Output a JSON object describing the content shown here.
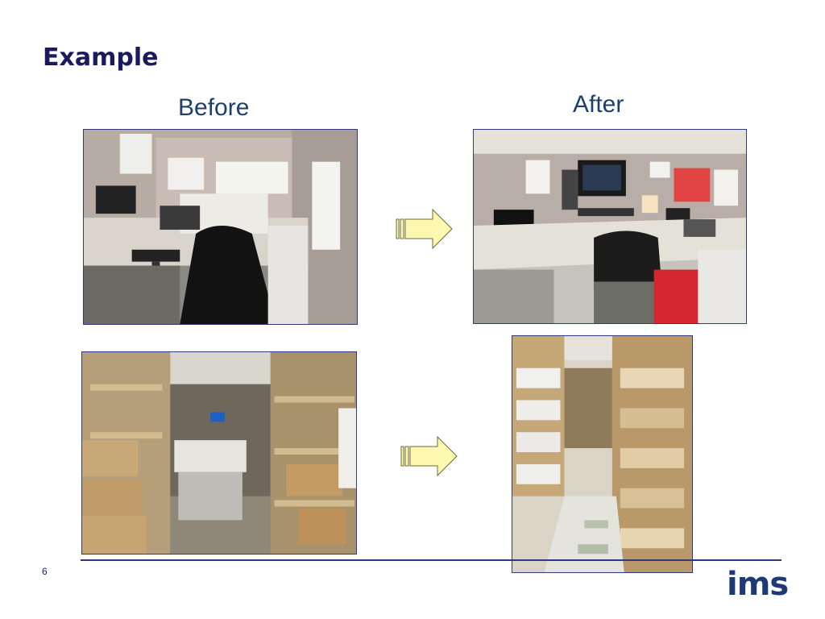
{
  "slide": {
    "title": "Example",
    "before_label": "Before",
    "after_label": "After",
    "page_number": "6"
  },
  "logo": {
    "text": "ims",
    "accent_color": "#00a3d9",
    "brand_color": "#1d3a73"
  },
  "colors": {
    "title": "#1a1b5e",
    "rule": "#2e3a7a",
    "arrow_fill": "#fdf8b0",
    "arrow_stroke": "#6b6b3a"
  },
  "images": [
    {
      "name": "before-office-photo",
      "subject": "cluttered cubicle desk"
    },
    {
      "name": "after-office-photo",
      "subject": "organized cubicle desk"
    },
    {
      "name": "before-storage-photo",
      "subject": "cluttered storage room"
    },
    {
      "name": "after-storage-photo",
      "subject": "organized storage aisle"
    }
  ]
}
